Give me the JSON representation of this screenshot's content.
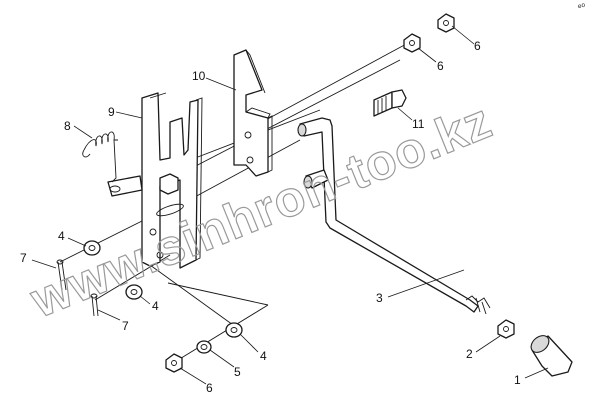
{
  "watermark": "www.sinhron-too.kz",
  "corner_mark": "ᵉ⁰",
  "callouts": {
    "c1": "1",
    "c2": "2",
    "c3": "3",
    "c4a": "4",
    "c4b": "4",
    "c4c": "4",
    "c5": "5",
    "c6a": "6",
    "c6b": "6",
    "c6c": "6",
    "c7a": "7",
    "c7b": "7",
    "c8": "8",
    "c9": "9",
    "c10": "10",
    "c11": "11"
  }
}
